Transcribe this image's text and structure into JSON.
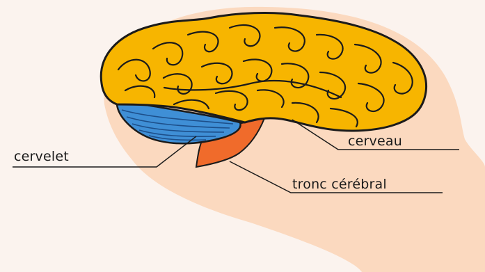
{
  "labels": {
    "cerebellum": "cervelet",
    "cerebrum": "cerveau",
    "brainstem": "tronc cérébral"
  },
  "colors": {
    "background": "#fbf3ee",
    "head": "#fbd9bf",
    "cerebrum": "#f7b500",
    "cerebellum": "#3f8fd6",
    "brainstem": "#f06b2b",
    "outline": "#1b1b1b"
  }
}
